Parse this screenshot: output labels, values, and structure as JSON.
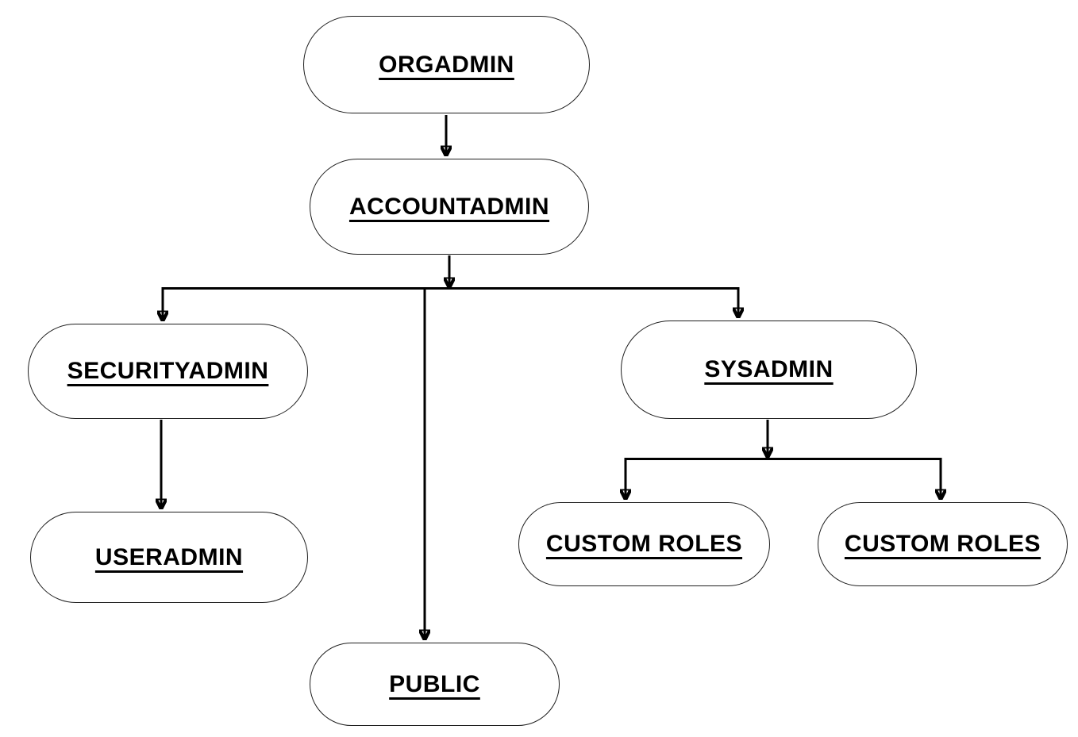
{
  "diagram": {
    "nodes": {
      "orgadmin": {
        "label": "ORGADMIN"
      },
      "accountadmin": {
        "label": "ACCOUNTADMIN"
      },
      "securityadmin": {
        "label": "SECURITYADMIN"
      },
      "sysadmin": {
        "label": "SYSADMIN"
      },
      "useradmin": {
        "label": "USERADMIN"
      },
      "custom_roles_left": {
        "label": "CUSTOM ROLES"
      },
      "custom_roles_right": {
        "label": "CUSTOM ROLES"
      },
      "public": {
        "label": "PUBLIC"
      }
    },
    "edges": [
      {
        "from": "ORGADMIN",
        "to": "ACCOUNTADMIN"
      },
      {
        "from": "ACCOUNTADMIN",
        "to": "SECURITYADMIN"
      },
      {
        "from": "ACCOUNTADMIN",
        "to": "SYSADMIN"
      },
      {
        "from": "ACCOUNTADMIN",
        "to": "PUBLIC"
      },
      {
        "from": "SECURITYADMIN",
        "to": "USERADMIN"
      },
      {
        "from": "SYSADMIN",
        "to": "CUSTOM ROLES (left)"
      },
      {
        "from": "SYSADMIN",
        "to": "CUSTOM ROLES (right)"
      }
    ],
    "colors": {
      "background": "#ffffff",
      "node_fill": "#ffffff",
      "node_border": "#1f1f1f",
      "text": "#000000",
      "connector": "#000000"
    }
  }
}
